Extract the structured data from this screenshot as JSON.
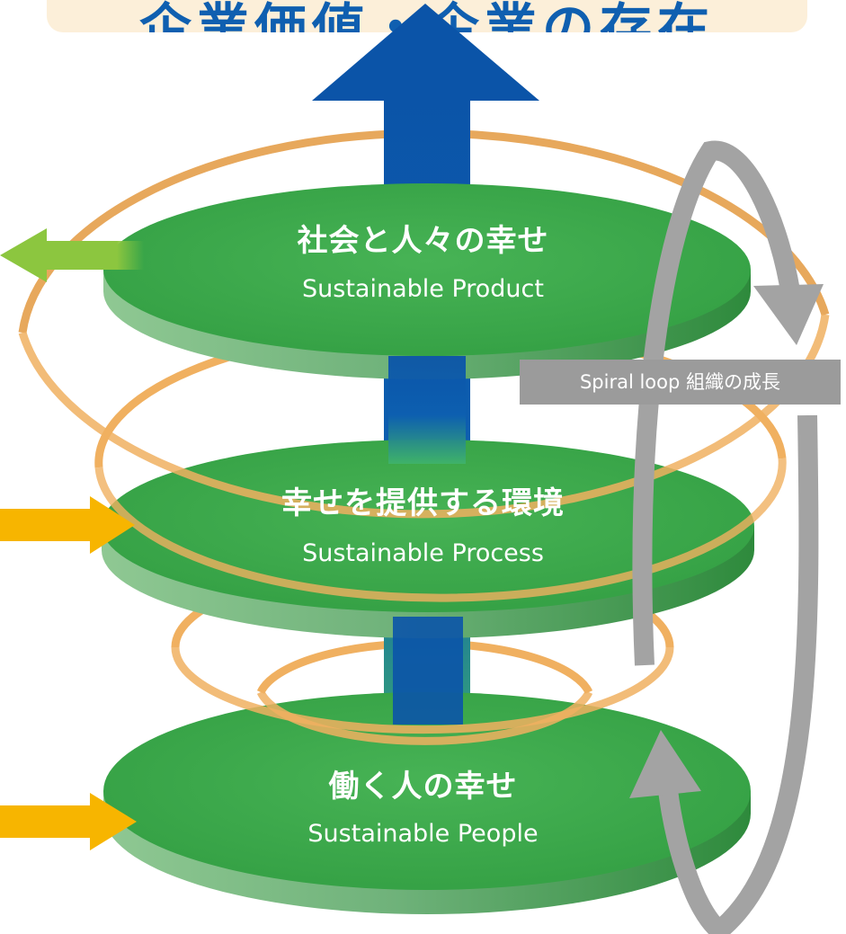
{
  "header": {
    "title": "企業価値・企業の存在"
  },
  "tiers": [
    {
      "title": "社会と人々の幸せ",
      "subtitle": "Sustainable Product"
    },
    {
      "title": "幸せを提供する環境",
      "subtitle": "Sustainable Process"
    },
    {
      "title": "働く人の幸せ",
      "subtitle": "Sustainable People"
    }
  ],
  "spiral_label": "Spiral loop 組織の成長",
  "colors": {
    "disc": "#3da64a",
    "disc_side": "#2e8a3c",
    "center_arrow": "#0b54a8",
    "orbit": "#f0b060",
    "loop_arrow": "#a3a3a3",
    "output_arrow": "#8cc63f",
    "input_arrow": "#f7b500",
    "title_bg": "#fcefd9",
    "title_text": "#0f5fb0"
  }
}
